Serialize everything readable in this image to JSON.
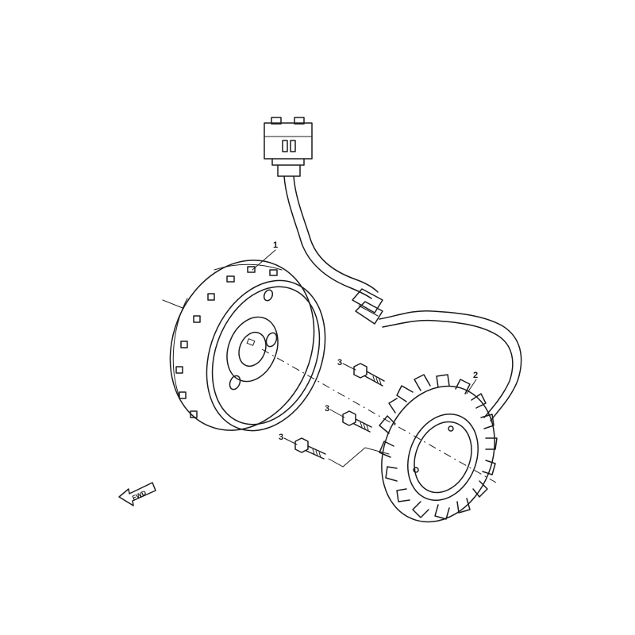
{
  "callouts": {
    "flywheel": "1",
    "stator": "2",
    "bolt_a": "3",
    "bolt_b": "3",
    "bolt_c": "3"
  },
  "direction_marker": "FWD"
}
